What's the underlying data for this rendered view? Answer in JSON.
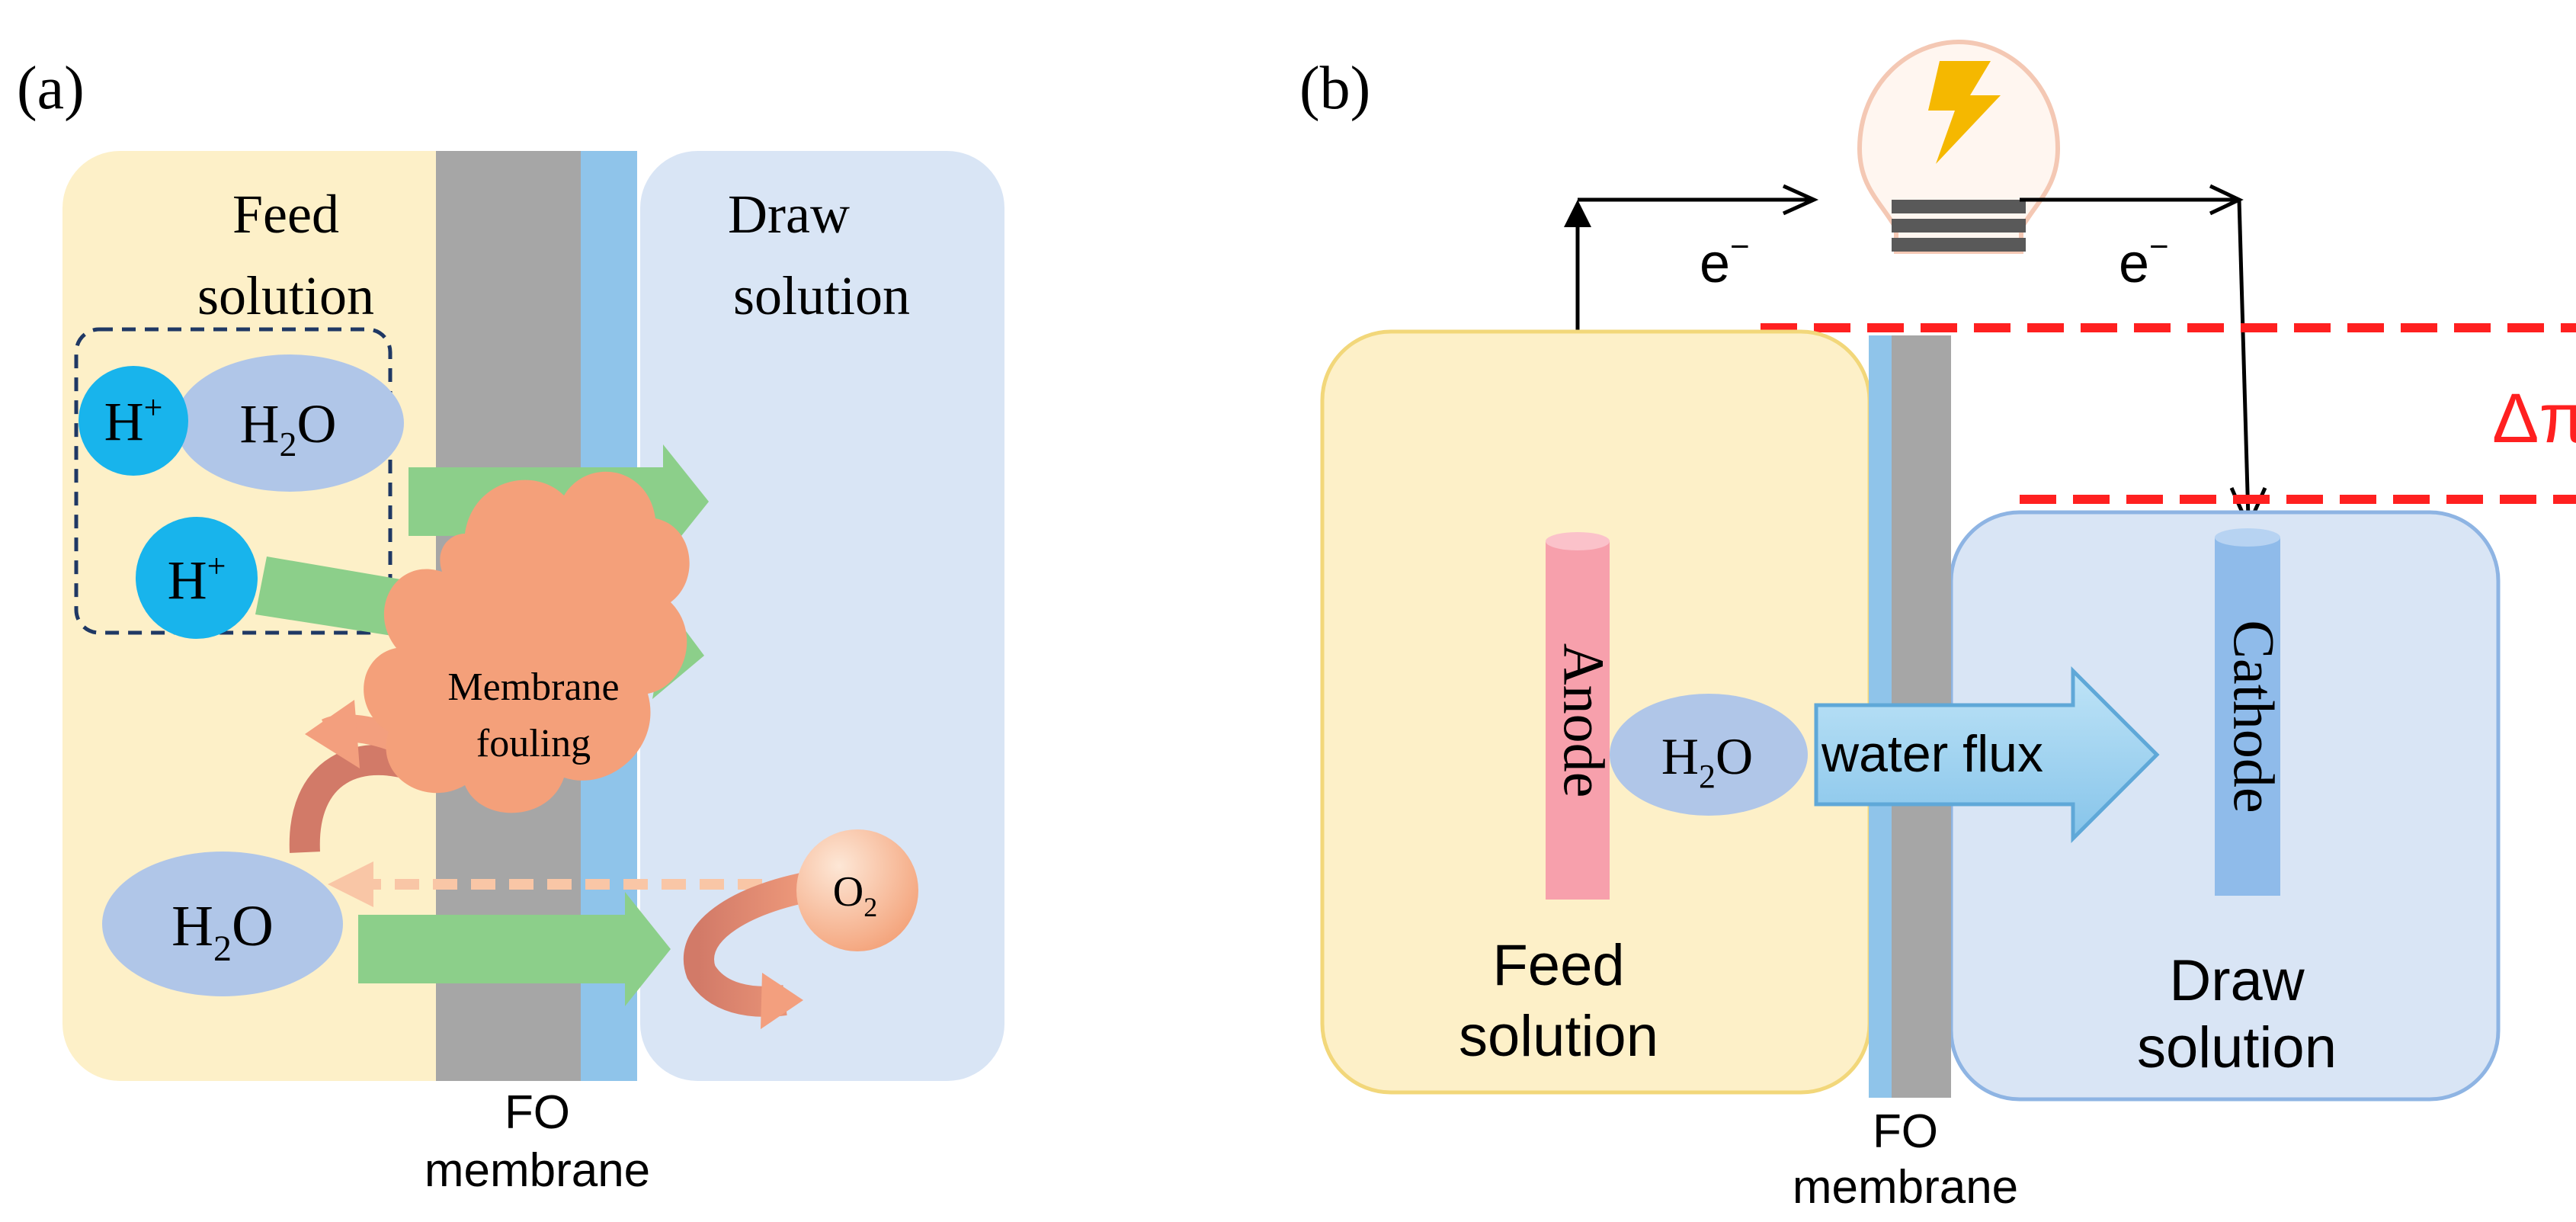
{
  "panel_a": {
    "label": "(a)",
    "feed_line1": "Feed",
    "feed_line2": "solution",
    "draw_line1": "Draw",
    "draw_line2": "solution",
    "h_ion": "H",
    "h_ion_sup": "+",
    "water_main": "H",
    "water_sub": "2",
    "water_end": "O",
    "fouling_line1": "Membrane",
    "fouling_line2": "fouling",
    "oxygen_main": "O",
    "oxygen_sub": "2",
    "membrane_line1": "FO",
    "membrane_line2": "membrane"
  },
  "panel_b": {
    "label": "(b)",
    "electron": "e",
    "electron_sup": "−",
    "delta_pi": "Δπ",
    "anode": "Anode",
    "cathode": "Cathode",
    "water_main": "H",
    "water_sub": "2",
    "water_end": "O",
    "water_flux": "water flux",
    "feed_line1": "Feed",
    "feed_line2": "solution",
    "draw_line1": "Draw",
    "draw_line2": "solution",
    "membrane_line1": "FO",
    "membrane_line2": "membrane"
  },
  "colors": {
    "feed_fill": "#fdf0c8",
    "draw_fill": "#d9e5f5",
    "membrane_support": "#a6a6a6",
    "membrane_active": "#8fc4ea",
    "ion_fill": "#18b4ec",
    "water_fill": "#b0c6e8",
    "flux_arrow": "#8ccf8a",
    "fouling_fill": "#f4a07a",
    "oxygen_fill": "#f7b88f",
    "anode_fill": "#f7a0ac",
    "cathode_fill": "#8fbbea",
    "delta_pi": "#ff2020",
    "water_flux_arrow": "#9dd3f0"
  }
}
